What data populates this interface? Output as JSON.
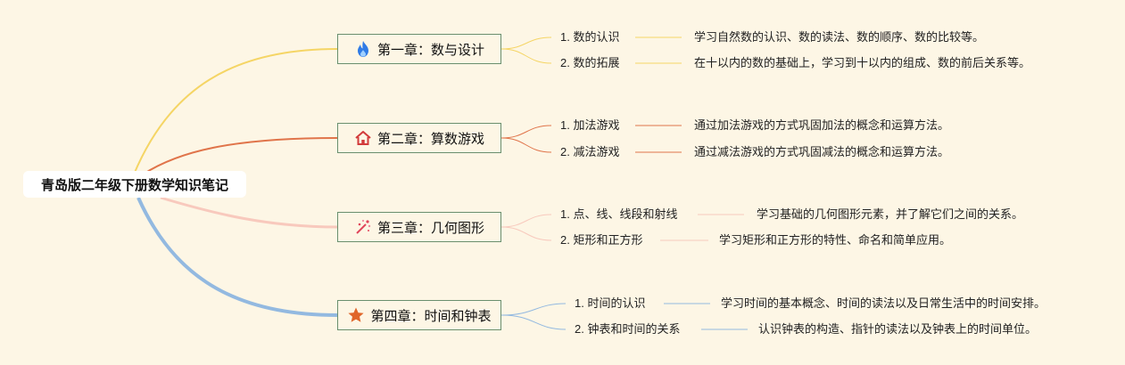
{
  "root": {
    "title": "青岛版二年级下册数学知识笔记"
  },
  "chapters": [
    {
      "title": "第一章：数与设计",
      "icon": "flame-icon",
      "color": "#f5d565",
      "topics": [
        {
          "name": "1. 数的认识",
          "desc": "学习自然数的认识、数的读法、数的顺序、数的比较等。"
        },
        {
          "name": "2. 数的拓展",
          "desc": "在十以内的数的基础上，学习到十以内的组成、数的前后关系等。"
        }
      ]
    },
    {
      "title": "第二章：算数游戏",
      "icon": "home-icon",
      "color": "#e0744a",
      "topics": [
        {
          "name": "1. 加法游戏",
          "desc": "通过加法游戏的方式巩固加法的概念和运算方法。"
        },
        {
          "name": "2. 减法游戏",
          "desc": "通过减法游戏的方式巩固减法的概念和运算方法。"
        }
      ]
    },
    {
      "title": "第三章：几何图形",
      "icon": "sparkle-wand-icon",
      "color": "#f8c9bd",
      "topics": [
        {
          "name": "1. 点、线、线段和射线",
          "desc": "学习基础的几何图形元素，并了解它们之间的关系。"
        },
        {
          "name": "2. 矩形和正方形",
          "desc": "学习矩形和正方形的特性、命名和简单应用。"
        }
      ]
    },
    {
      "title": "第四章：时间和钟表",
      "icon": "star-icon",
      "color": "#93b9e0",
      "topics": [
        {
          "name": "1. 时间的认识",
          "desc": "学习时间的基本概念、时间的读法以及日常生活中的时间安排。"
        },
        {
          "name": "2. 钟表和时间的关系",
          "desc": "认识钟表的构造、指针的读法以及钟表上的时间单位。"
        }
      ]
    }
  ]
}
